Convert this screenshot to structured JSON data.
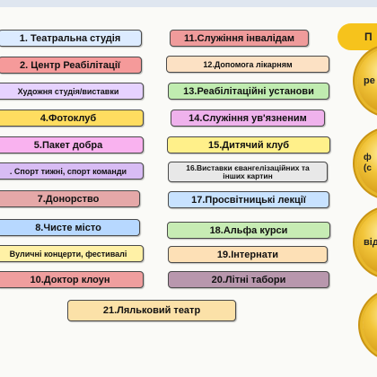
{
  "items_left": [
    {
      "label": "1. Театральна  студія",
      "color": "#dcebff"
    },
    {
      "label": "2. Центр Реабілітації",
      "color": "#f59a9a"
    },
    {
      "label": "Художня студія/виставки",
      "color": "#e6d2ff"
    },
    {
      "label": "4.Фотоклуб",
      "color": "#ffdd60"
    },
    {
      "label": "5.Пакет добра",
      "color": "#f9b2ef"
    },
    {
      "label": ". Спорт тижні, спорт  команди",
      "color": "#d8bcf4"
    },
    {
      "label": "7.Донорство",
      "color": "#e5a8a8"
    },
    {
      "label": "8.Чисте місто",
      "color": "#b7d8ff"
    },
    {
      "label": "Вуличні концерти, фестивалі",
      "color": "#fff1a6"
    },
    {
      "label": "10.Доктор клоун",
      "color": "#ef9e9e"
    },
    {
      "label": "21.Ляльковий театр",
      "color": "#fbe1a8"
    }
  ],
  "items_right": [
    {
      "label": "11.Служіння  інвалідам",
      "color": "#ef9b9b"
    },
    {
      "label": "12.Допомога лікарням",
      "color": "#fce1c4"
    },
    {
      "label": "13.Реабілітаційні установи",
      "color": "#c0ecb0"
    },
    {
      "label": "14.Служіння ув'язненим",
      "color": "#efb2ec"
    },
    {
      "label": "15.Дитячий клуб",
      "color": "#fff08a"
    },
    {
      "label": "16.Виставки євангелізаційних та",
      "label2": "інших картин",
      "color": "#e8e8e8"
    },
    {
      "label": "17.Просвітницькі лекції",
      "color": "#c8e2ff"
    },
    {
      "label": "18.Альфа курси",
      "color": "#c7ecb4"
    },
    {
      "label": "19.Інтернати",
      "color": "#fde0b6"
    },
    {
      "label": "20.Літні табори",
      "color": "#b897ad"
    }
  ],
  "side": {
    "ribbon_label": "П",
    "medal_labels": [
      "ре",
      "ф\n(с",
      "від",
      ""
    ]
  }
}
